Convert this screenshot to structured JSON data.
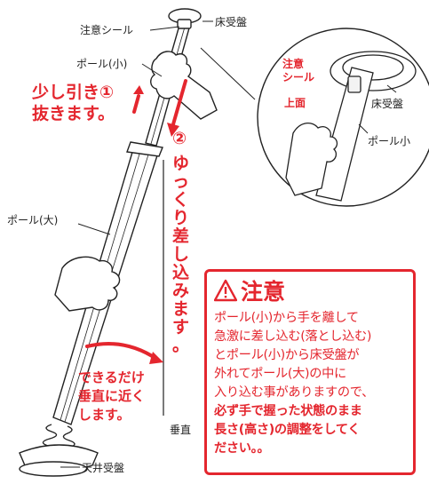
{
  "labels": {
    "caution_seal": "注意シール",
    "floor_receiver": "床受盤",
    "pole_small": "ポール(小)",
    "pole_large": "ポール(大)",
    "ceiling_receiver": "天井受盤",
    "vertical": "垂直"
  },
  "inset": {
    "caution_seal_line1": "注意",
    "caution_seal_line2": "シール",
    "top_face": "上面",
    "floor_receiver": "床受盤",
    "pole_small": "ポール小"
  },
  "steps": {
    "step1_line1": "少し引き①",
    "step1_line2": "抜きます。",
    "step2_number": "②",
    "step2_text": [
      "ゆ",
      "っ",
      "く",
      "り",
      "差",
      "し",
      "込",
      "み",
      "ま",
      "す",
      "。"
    ],
    "tilt_line1": "できるだけ",
    "tilt_line2": "垂直に近く",
    "tilt_line3": "します。"
  },
  "warning": {
    "title": "注意",
    "lines": [
      "ポール(小)から手を離して",
      "急激に差し込む(落とし込む)",
      "とポール(小)から床受盤が",
      "外れてポール(大)の中に",
      "入り込む事がありますので、"
    ],
    "bold_lines": [
      "必ず手で握った状態のまま",
      "長さ(高さ)の調整をしてく",
      "ださい。。"
    ]
  },
  "colors": {
    "accent": "#e4262e",
    "line": "#222222"
  }
}
